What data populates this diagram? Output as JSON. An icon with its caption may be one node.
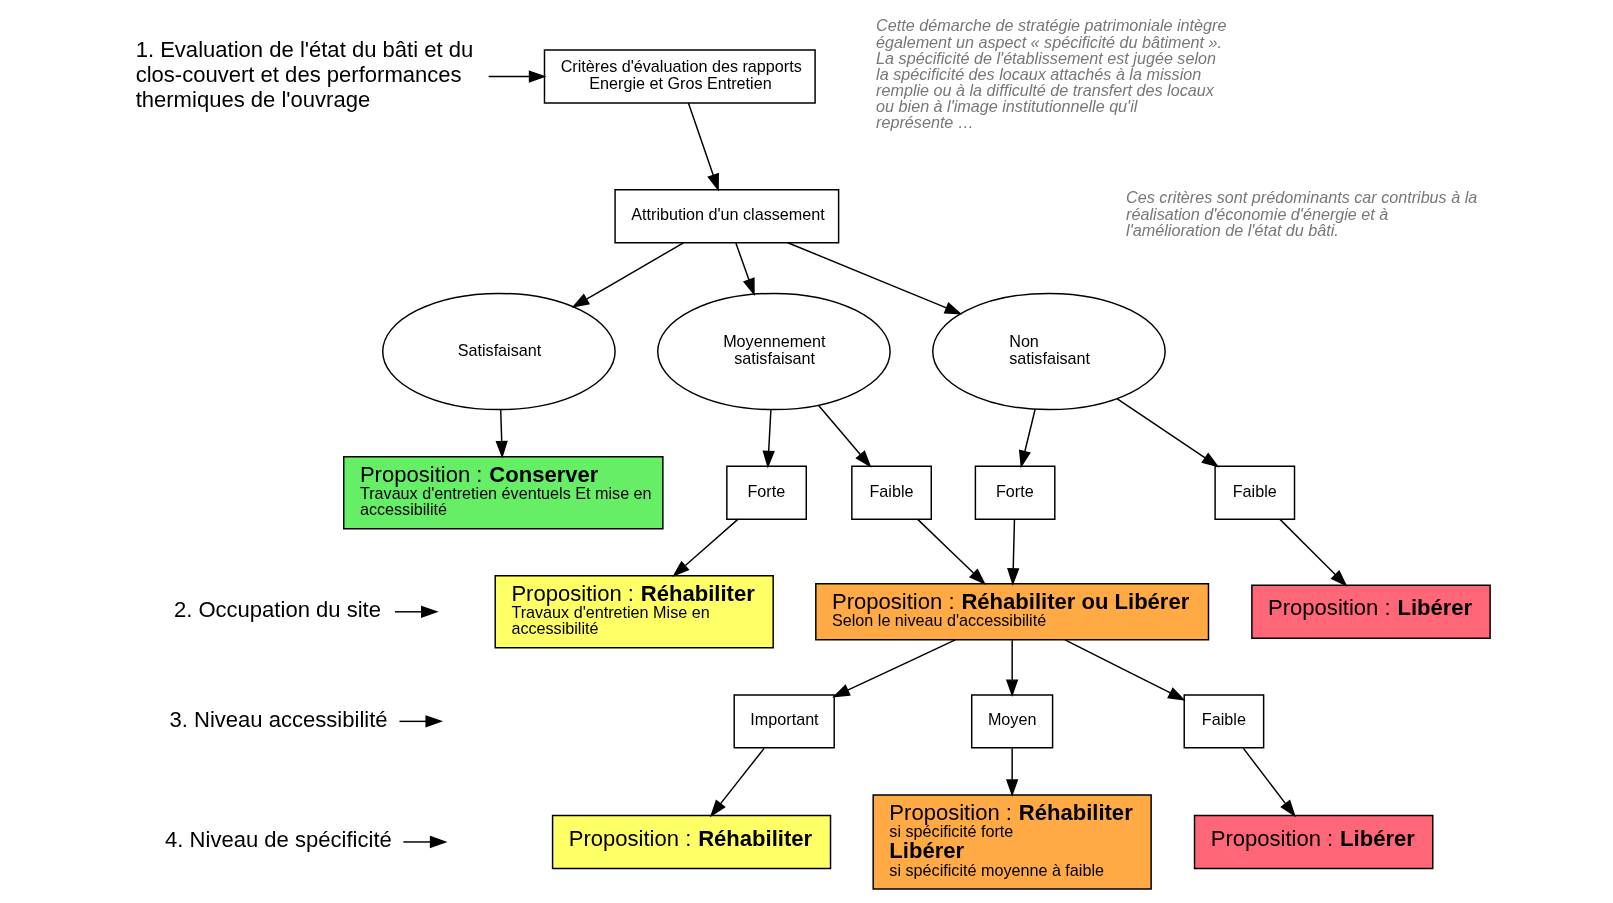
{
  "diagram": {
    "nodes": [
      {
        "text": [
          "1. Evaluation de l'état du bâti et du clos-couvert et des performances thermiques de l'ouvrage"
        ]
      },
      {
        "text": [
          "Critères d'évaluation des rapports Energie et Gros Entretien"
        ]
      },
      {
        "text": [
          "Attribution d'un classement"
        ]
      },
      {
        "text": [
          "Satisfaisant"
        ]
      },
      {
        "text": [
          "Moyennement satisfaisant"
        ]
      },
      {
        "text": [
          "Non satisfaisant"
        ]
      },
      {
        "text": [
          "Proposition : **Conserver**",
          "Travaux d'entretien éventuels Et mise en accessibilité"
        ]
      },
      {
        "text": [
          "2. Occupation du site"
        ]
      },
      {
        "text": [
          "Forte"
        ]
      },
      {
        "text": [
          "Faible"
        ]
      },
      {
        "text": [
          "Forte"
        ]
      },
      {
        "text": [
          "Faible"
        ]
      },
      {
        "text": [
          "Proposition : **Réhabiliter**",
          "Travaux d'entretien Mise en accessibilité"
        ]
      },
      {
        "text": [
          "Proposition : **Réhabiliter ou Libérer**",
          "Selon le niveau d'accessibilité"
        ]
      },
      {
        "text": [
          "Proposition : **Libérer**"
        ]
      },
      {
        "text": [
          "3. Niveau accessibilité"
        ]
      },
      {
        "text": [
          "Important"
        ]
      },
      {
        "text": [
          "Moyen"
        ]
      },
      {
        "text": [
          "Faible"
        ]
      },
      {
        "text": [
          "4. Niveau de spécificité"
        ]
      },
      {
        "text": [
          "Proposition : **Réhabiliter**"
        ]
      },
      {
        "text": [
          "Proposition : **Réhabiliter**",
          "si spécificité forte",
          "**Libérer**",
          "si spécificité moyenne à faible"
        ]
      },
      {
        "text": [
          "Proposition : **Libérer**"
        ]
      }
    ],
    "edges": [
      {
        "from": 0,
        "to": 1,
        "arrow": "to"
      },
      {
        "from": 1,
        "to": 2,
        "arrow": "to"
      },
      {
        "from": 2,
        "to": 3,
        "arrow": "to"
      },
      {
        "from": 2,
        "to": 4,
        "arrow": "to"
      },
      {
        "from": 2,
        "to": 5,
        "arrow": "to"
      },
      {
        "from": 3,
        "to": 6,
        "arrow": "to"
      },
      {
        "from": 4,
        "to": 8,
        "arrow": "to"
      },
      {
        "from": 4,
        "to": 9,
        "arrow": "to"
      },
      {
        "from": 5,
        "to": 10,
        "arrow": "to"
      },
      {
        "from": 5,
        "to": 11,
        "arrow": "to"
      },
      {
        "from": 7,
        "to": null,
        "arrow": "to"
      },
      {
        "from": 8,
        "to": 12,
        "arrow": "to"
      },
      {
        "from": 9,
        "to": 13,
        "arrow": "to"
      },
      {
        "from": 10,
        "to": 13,
        "arrow": "to"
      },
      {
        "from": 11,
        "to": 14,
        "arrow": "to"
      },
      {
        "from": 13,
        "to": 16,
        "arrow": "to"
      },
      {
        "from": 13,
        "to": 17,
        "arrow": "to"
      },
      {
        "from": 13,
        "to": 18,
        "arrow": "to"
      },
      {
        "from": 15,
        "to": null,
        "arrow": "to"
      },
      {
        "from": 16,
        "to": 20,
        "arrow": "to"
      },
      {
        "from": 17,
        "to": 21,
        "arrow": "to"
      },
      {
        "from": 18,
        "to": 22,
        "arrow": "to"
      },
      {
        "from": 19,
        "to": null,
        "arrow": "to"
      }
    ],
    "labels": [
      "Cette démarche de stratégie patrimoniale intègre également un aspect « spécificité du bâtiment ». La spécificité de l'établissement est jugée selon la spécificité des locaux attachés à la mission remplie ou à la difficulté de transfert des locaux ou bien à l'image institutionnelle qu'il représente …",
      "Ces critères sont prédominants car contribus à la réalisation d'économie d'énergie et à l'amélioration de l'état du bâti."
    ]
  }
}
